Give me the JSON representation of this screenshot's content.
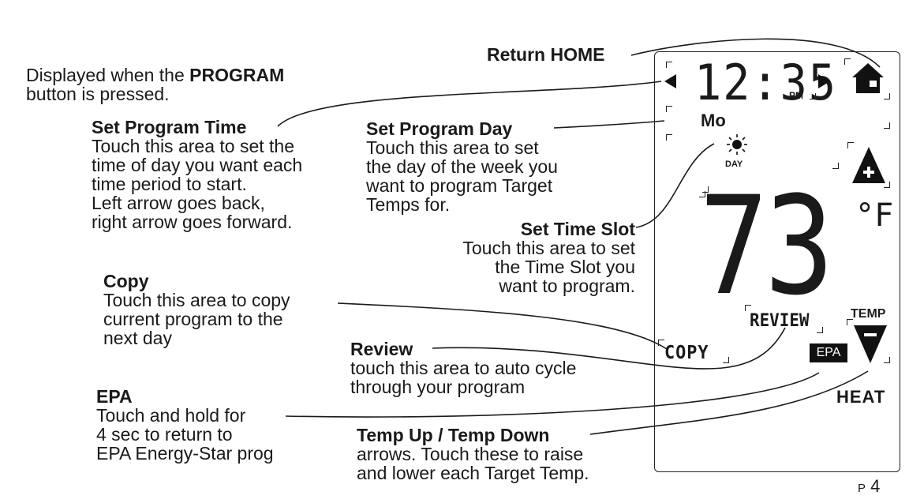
{
  "labels": {
    "return_home": "Return HOME",
    "displayed_pre": "Displayed when the ",
    "displayed_bold": "PROGRAM",
    "displayed_line2": "button is pressed.",
    "set_program_time": {
      "title": "Set Program Time",
      "lines": [
        "Touch this area to set the",
        "time of day you want each",
        "time period to start.",
        "Left arrow goes back,",
        "right arrow goes forward."
      ]
    },
    "set_program_day": {
      "title": "Set Program Day",
      "lines": [
        "Touch this area to set",
        "the day of the week you",
        "want to program Target",
        "Temps for."
      ]
    },
    "set_time_slot": {
      "title": "Set Time Slot",
      "lines": [
        "Touch this area to set",
        "the Time Slot you",
        "want to program."
      ]
    },
    "copy": {
      "title": "Copy",
      "lines": [
        "Touch this area to copy",
        "current program to the",
        "next day"
      ]
    },
    "review": {
      "title": "Review",
      "lines": [
        "touch this area to auto cycle",
        "through your program"
      ]
    },
    "epa": {
      "title": "EPA",
      "lines": [
        "Touch and hold for",
        "4 sec to return to",
        "EPA Energy-Star prog"
      ]
    },
    "temp_up_down": {
      "title": "Temp Up / Temp Down",
      "lines": [
        "arrows. Touch these to raise",
        "and lower each Target Temp."
      ]
    }
  },
  "display": {
    "time": "12:35",
    "ampm": "PM",
    "day": "Mo",
    "period_label": "DAY",
    "temperature": "73",
    "unit": "°F",
    "review_button": "REVIEW",
    "copy_button": "COPY",
    "epa_button": "EPA",
    "temp_label": "TEMP",
    "mode": "HEAT",
    "icons": [
      "home-icon",
      "left-arrow-icon",
      "right-arrow-icon",
      "sun-icon",
      "temp-up-icon",
      "temp-down-icon"
    ]
  },
  "page": {
    "prefix": "P",
    "number": "4"
  }
}
